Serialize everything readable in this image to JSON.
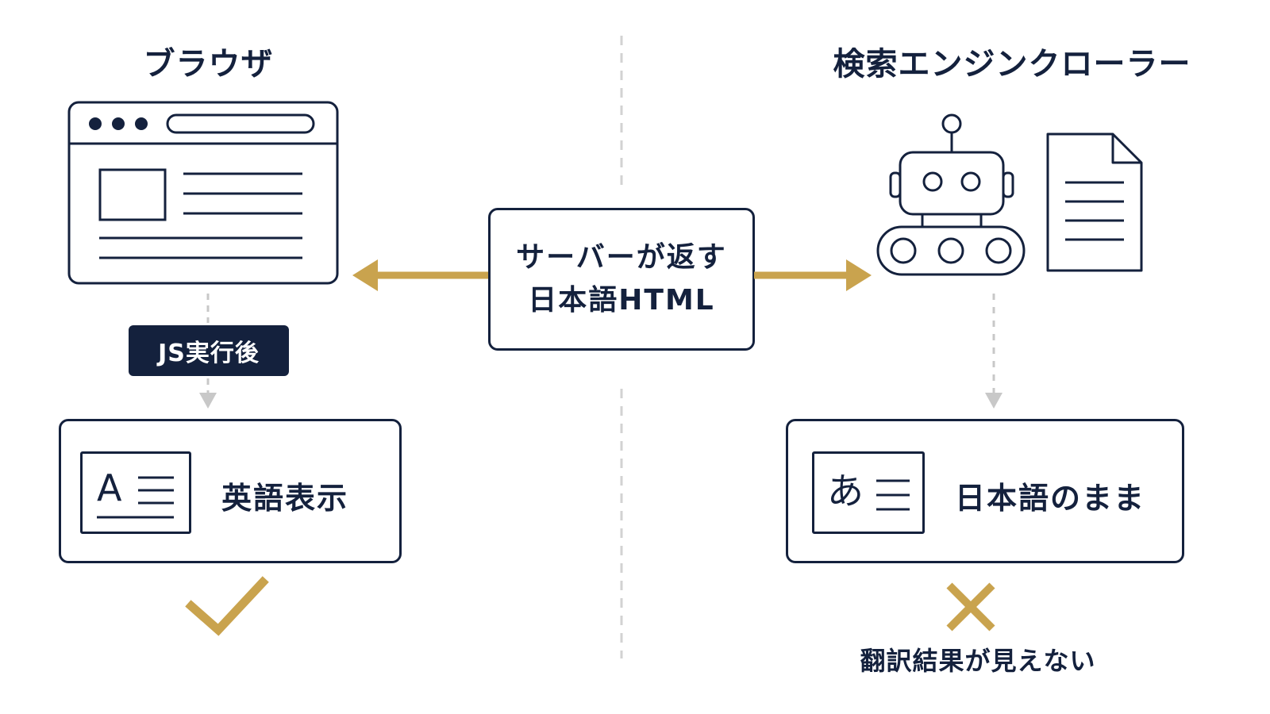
{
  "browser": {
    "title": "ブラウザ",
    "step_badge": "JS実行後",
    "result": {
      "glyph": "A",
      "label": "英語表示",
      "outcome_icon": "check-icon"
    }
  },
  "server": {
    "line1": "サーバーが返す",
    "line2": "日本語HTML"
  },
  "crawler": {
    "title": "検索エンジンクローラー",
    "result": {
      "glyph": "あ",
      "label": "日本語のまま",
      "outcome_icon": "cross-icon",
      "caption": "翻訳結果が見えない"
    }
  },
  "colors": {
    "navy": "#14213d",
    "gold": "#c9a34e",
    "gray_connector": "#c8c8c8"
  }
}
